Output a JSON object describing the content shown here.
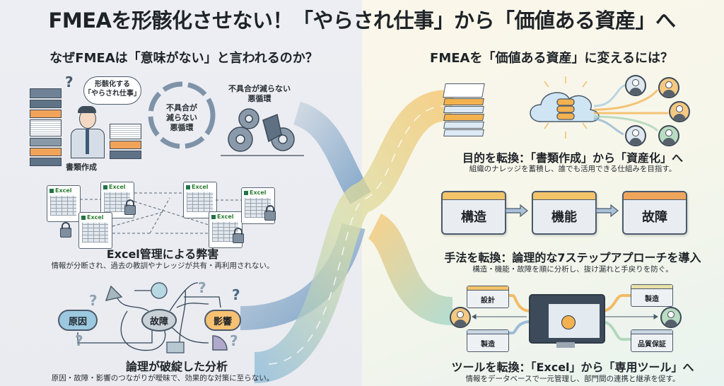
{
  "title": "FMEAを形骸化させない！「やらされ仕事」から「価値ある資産」へ",
  "left": {
    "section_title": "なぜFMEAは「意味がない」と言われるのか？",
    "panel1": {
      "thought_bubble": [
        "形骸化する",
        "「やらされ仕事」"
      ],
      "paperwork_label": "書類作成",
      "cycle_label": [
        "不具合が",
        "減らない",
        "悪循環"
      ],
      "gears_label": [
        "不具合が減らない",
        "悪循環"
      ],
      "icons": [
        "paper-stack-icon",
        "stressed-person-icon",
        "cycle-arrows-icon",
        "broken-gears-icon"
      ]
    },
    "panel2": {
      "file_label": "Excel",
      "file_count": 6,
      "heading": "Excel管理による弊害",
      "description": "情報が分断され、過去の教訓やナレッジが共有・再利用されない。"
    },
    "panel3": {
      "nodes": {
        "cause": "原因",
        "failure": "故障",
        "effect": "影響"
      },
      "question_mark": "?",
      "heading": "論理が破綻した分析",
      "description": "原因・故障・影響のつながりが曖昧で、効果的な対策に至らない。"
    }
  },
  "right": {
    "section_title": "FMEAを「価値ある資産」に変えるには？",
    "panel1": {
      "heading": "目的を転換：「書類作成」から「資産化」へ",
      "description": "組織のナレッジを蓄積し、誰でも活用できる仕組みを目指す。",
      "icons": [
        "document-stack-icon",
        "cloud-database-icon",
        "user-avatar-icon"
      ]
    },
    "panel2": {
      "steps": [
        "構造",
        "機能",
        "故障"
      ],
      "heading": "手法を転換：論理的な7ステップアプローチを導入",
      "description": "構造・機能・故障を順に分析し、抜け漏れと手戻りを防ぐ。"
    },
    "panel3": {
      "departments": {
        "top_left": "設計",
        "bottom_left": "製造",
        "top_right": "製造",
        "bottom_right": "品質保証"
      },
      "heading": "ツールを転換：「Excel」から「専用ツール」へ",
      "description": "情報をデータベースで一元管理し、部門間の連携と継承を促す。"
    }
  },
  "colors": {
    "left_bg": "#eceef3",
    "right_bg": "#fbf7ea",
    "accent_orange": "#f3b24f",
    "accent_blue": "#7fa9cc",
    "ink": "#1e2328"
  }
}
